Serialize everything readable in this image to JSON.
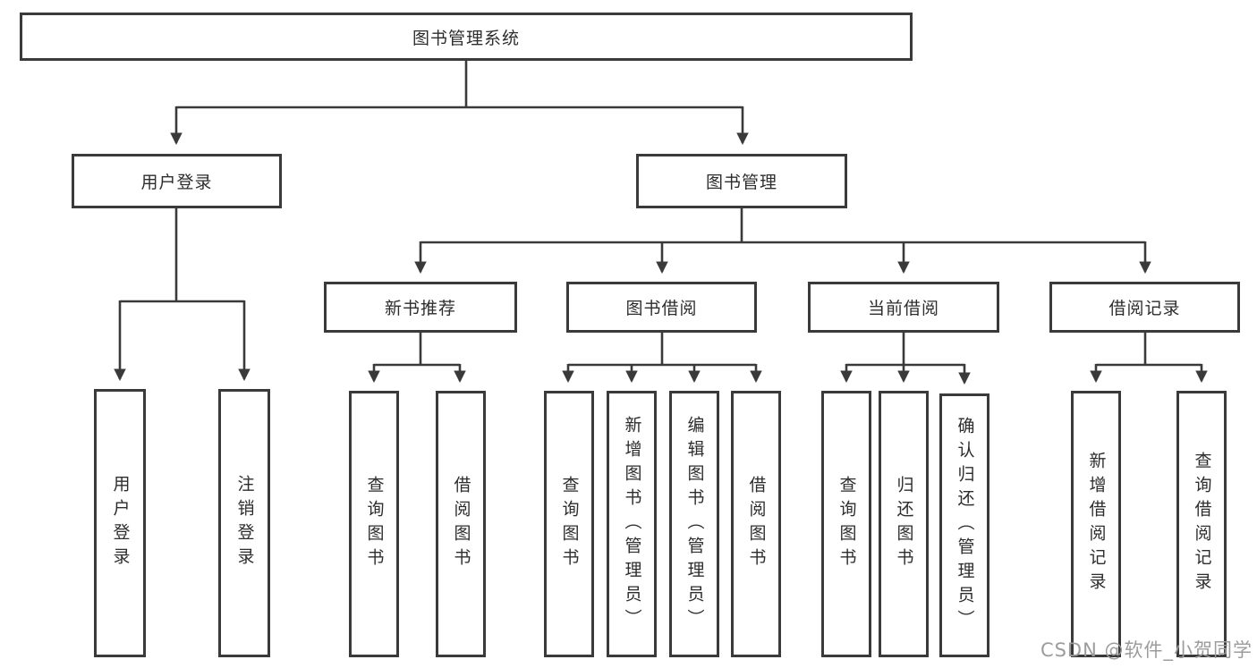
{
  "diagram": {
    "type": "hierarchy-tree",
    "watermark": "CSDN @软件_小贺同学",
    "colors": {
      "background": "#ffffff",
      "box_fill": "#ffffff",
      "box_border": "#3a3a3a",
      "line": "#3a3a3a",
      "text": "#2d2d2d",
      "watermark": "#9c9c9c"
    },
    "tree": {
      "label": "图书管理系统",
      "children": [
        {
          "label": "用户登录",
          "children": [
            {
              "label": "用户登录"
            },
            {
              "label": "注销登录"
            }
          ]
        },
        {
          "label": "图书管理",
          "children": [
            {
              "label": "新书推荐",
              "children": [
                {
                  "label": "查询图书"
                },
                {
                  "label": "借阅图书"
                }
              ]
            },
            {
              "label": "图书借阅",
              "children": [
                {
                  "label": "查询图书"
                },
                {
                  "label": "新增图书（管理员）"
                },
                {
                  "label": "编辑图书（管理员）"
                },
                {
                  "label": "借阅图书"
                }
              ]
            },
            {
              "label": "当前借阅",
              "children": [
                {
                  "label": "查询图书"
                },
                {
                  "label": "归还图书"
                },
                {
                  "label": "确认归还（管理员）"
                }
              ]
            },
            {
              "label": "借阅记录",
              "children": [
                {
                  "label": "新增借阅记录"
                },
                {
                  "label": "查询借阅记录"
                }
              ]
            }
          ]
        }
      ]
    }
  }
}
